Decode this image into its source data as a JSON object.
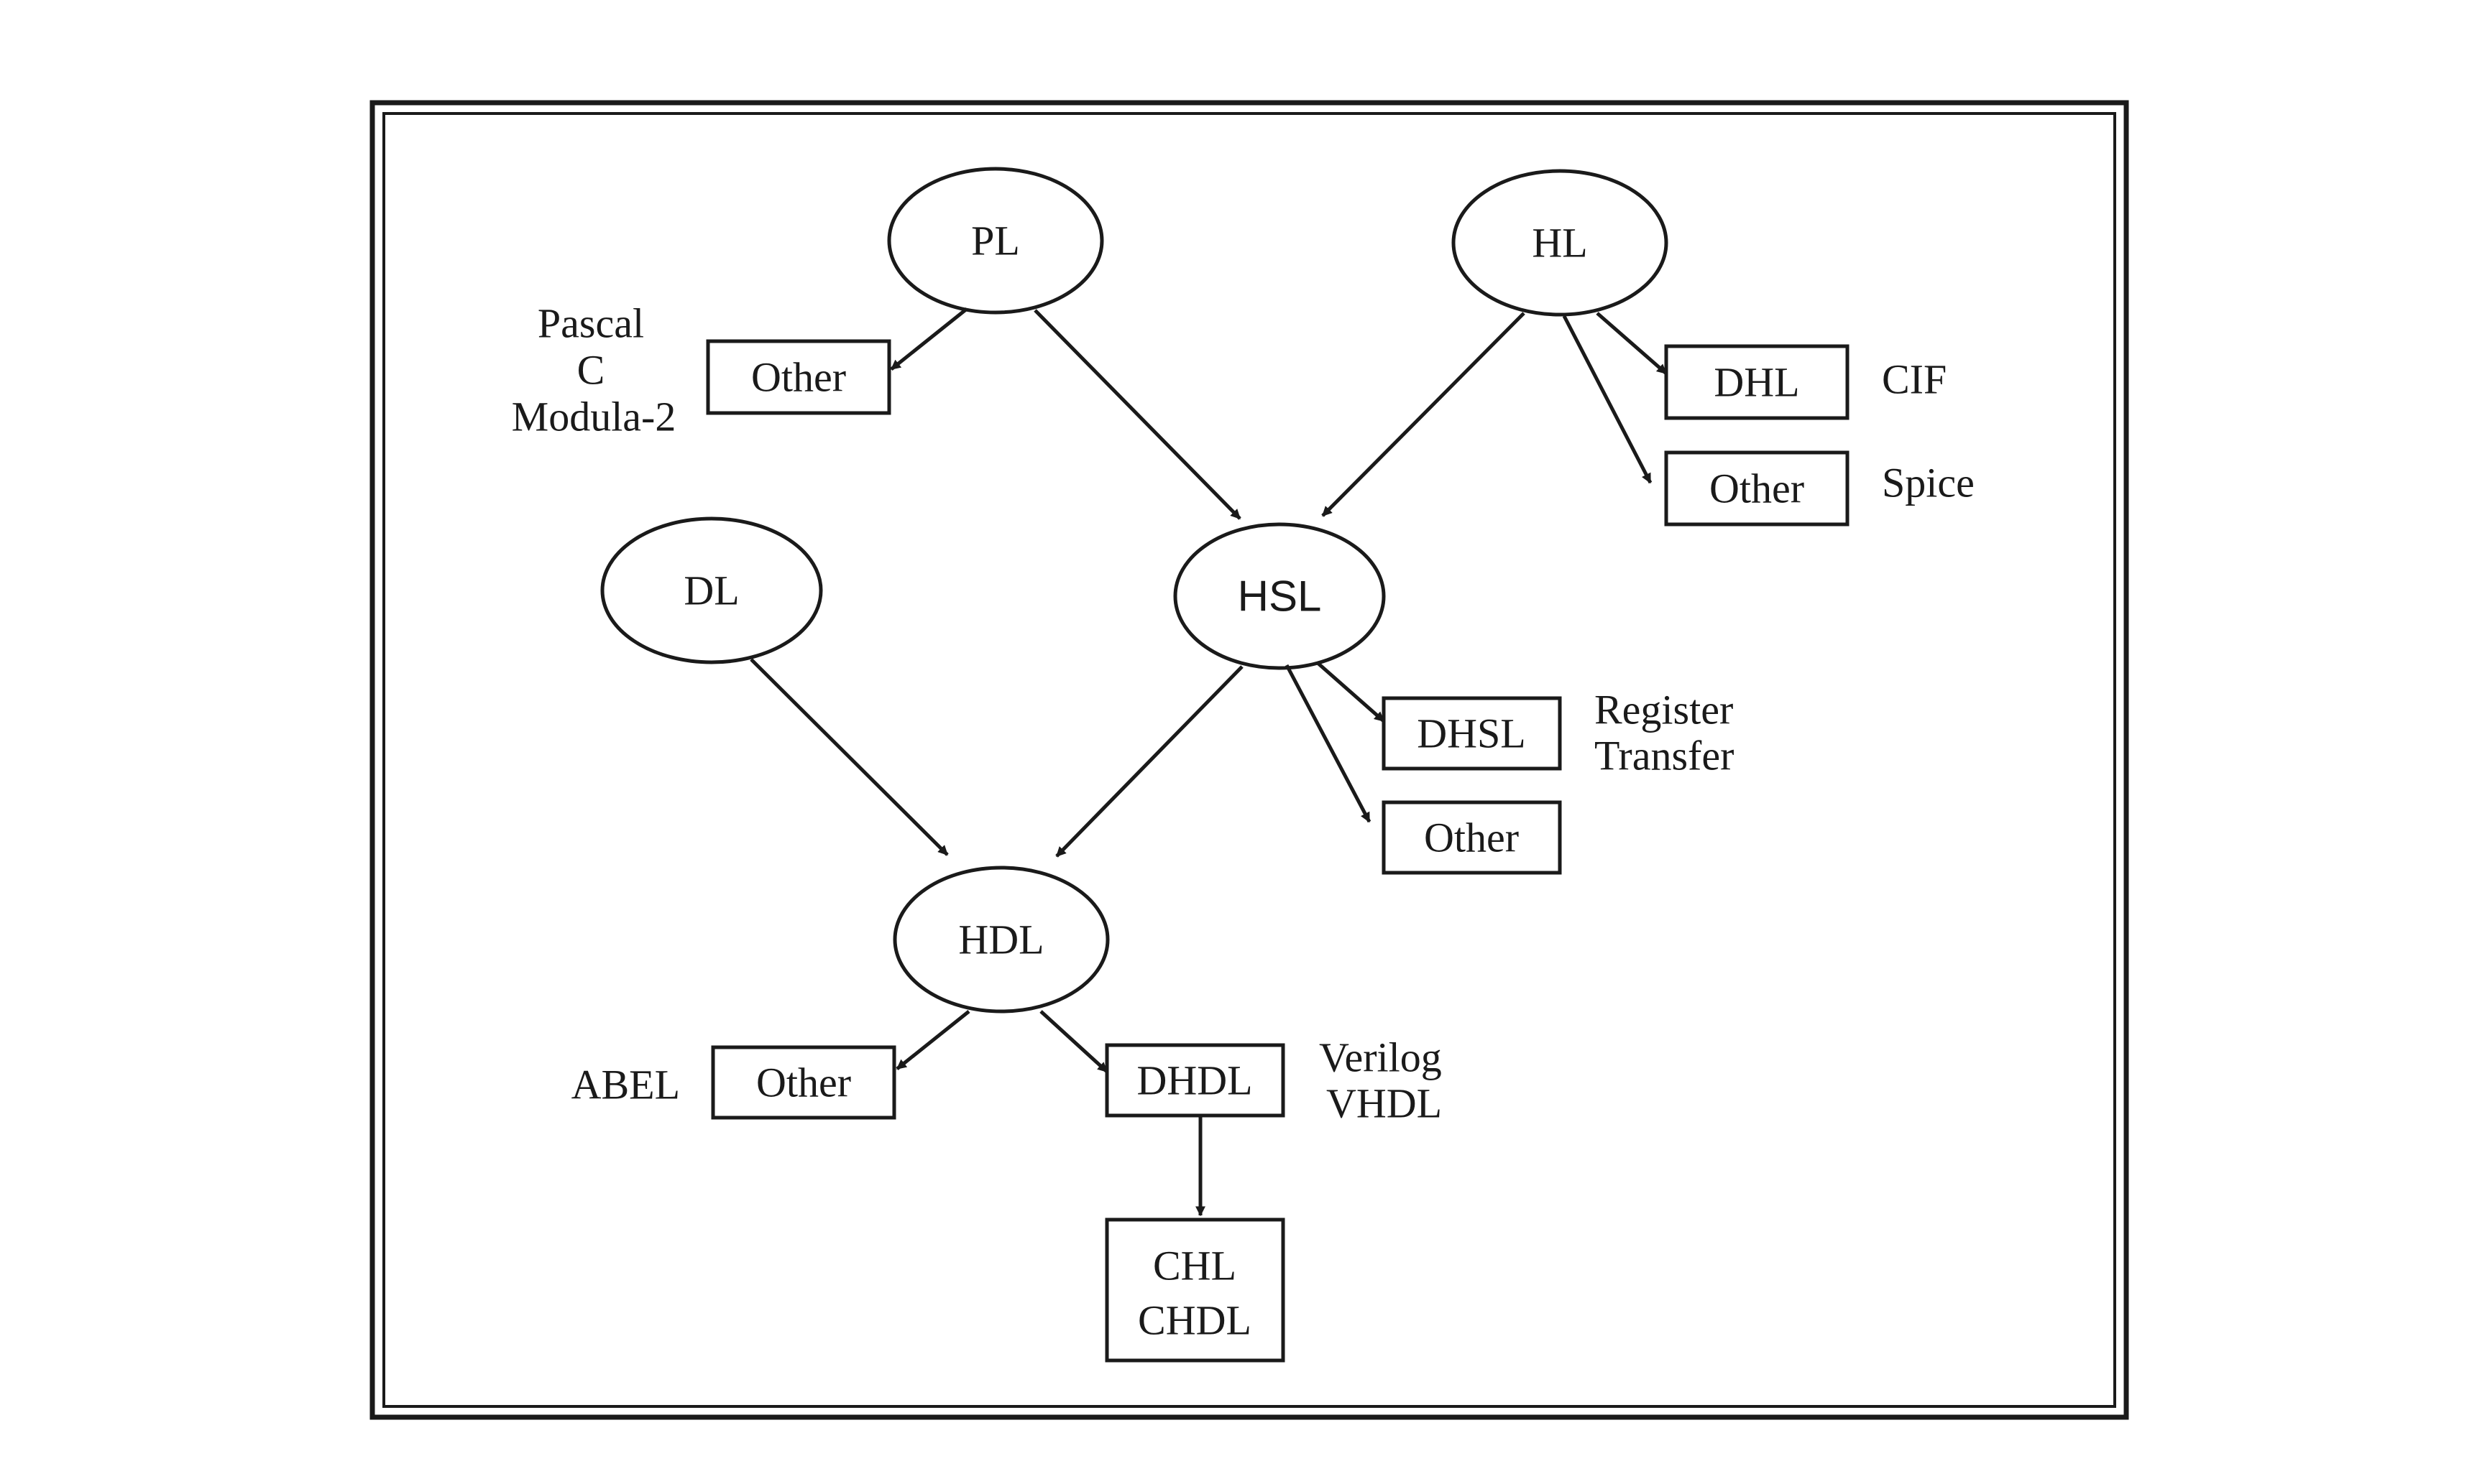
{
  "nodes": {
    "pl": "PL",
    "hl": "HL",
    "dl": "DL",
    "hsl": "HSL",
    "hdl": "HDL",
    "pl_other": "Other",
    "dhl": "DHL",
    "hl_other": "Other",
    "dhsl": "DHSL",
    "hsl_other": "Other",
    "hdl_other": "Other",
    "dhdl": "DHDL",
    "chl_line1": "CHL",
    "chl_line2": "CHDL"
  },
  "annotations": {
    "pl_examples": [
      "Pascal",
      "C",
      "Modula-2"
    ],
    "dhl_example": "CIF",
    "hl_other_example": "Spice",
    "dhsl_examples": [
      "Register",
      "Transfer"
    ],
    "hdl_other_example": "ABEL",
    "dhdl_examples": [
      "Verilog",
      "VHDL"
    ]
  }
}
